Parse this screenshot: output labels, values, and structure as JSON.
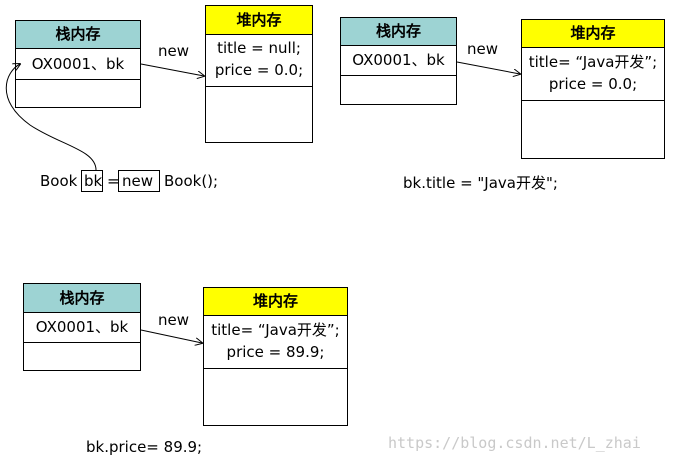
{
  "diagram1": {
    "stack": {
      "header": "栈内存",
      "ref_row": "OX0001、bk"
    },
    "heap": {
      "header": "堆内存",
      "field1": "title = null;",
      "field2": "price = 0.0;"
    },
    "arrow_label": "new",
    "code": {
      "prefix": "Book",
      "var": "bk",
      "eq": "=",
      "keyword": "new",
      "suffix": "Book();"
    }
  },
  "diagram2": {
    "stack": {
      "header": "栈内存",
      "ref_row": "OX0001、bk"
    },
    "heap": {
      "header": "堆内存",
      "field1": "title= “Java开发”;",
      "field2": "price = 0.0;"
    },
    "arrow_label": "new",
    "code": "bk.title = \"Java开发\";"
  },
  "diagram3": {
    "stack": {
      "header": "栈内存",
      "ref_row": "OX0001、bk"
    },
    "heap": {
      "header": "堆内存",
      "field1": "title= “Java开发”;",
      "field2": "price = 89.9;"
    },
    "arrow_label": "new",
    "code": "bk.price= 89.9;"
  },
  "watermark": "https://blog.csdn.net/L_zhai"
}
